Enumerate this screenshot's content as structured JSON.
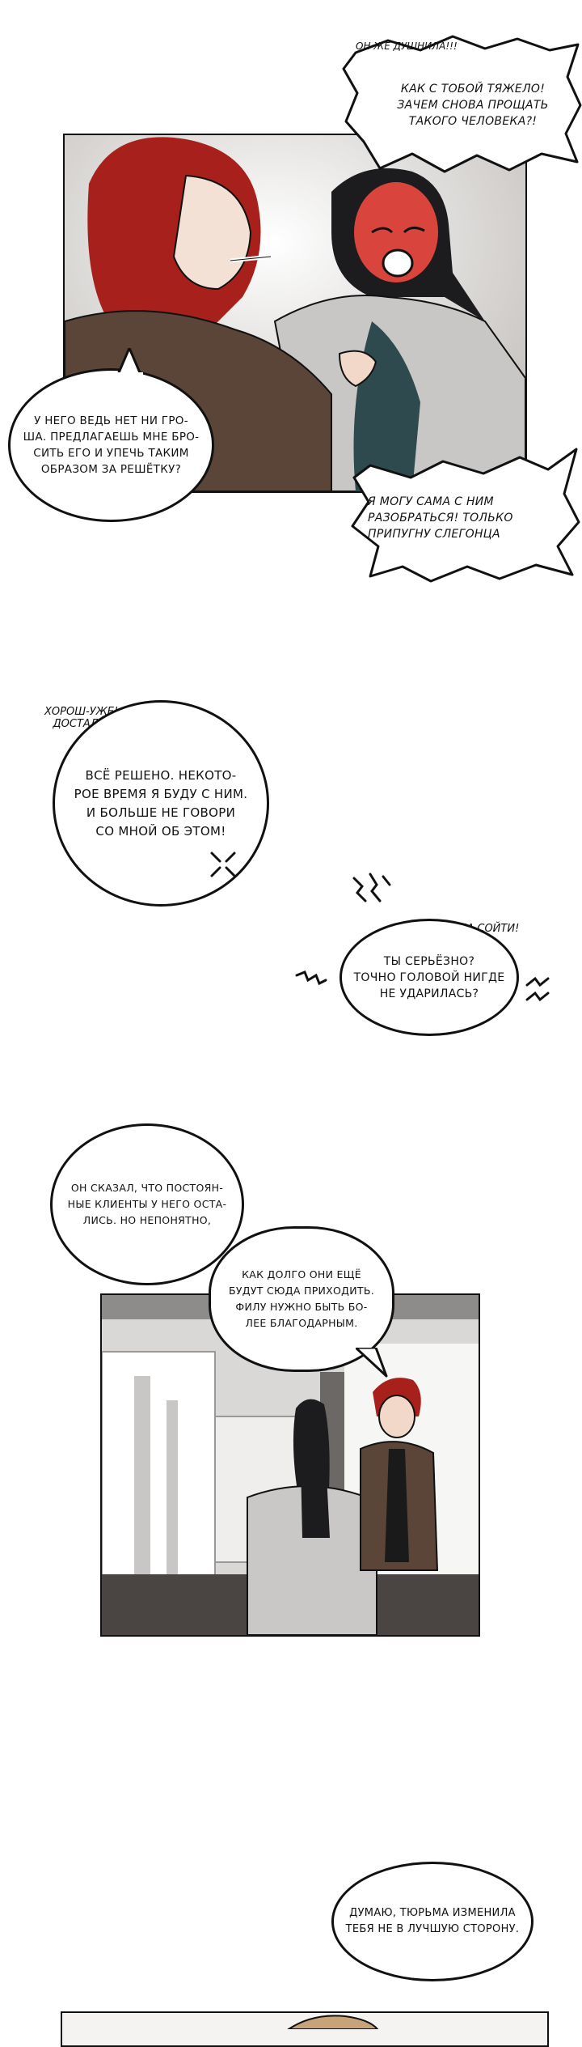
{
  "page": {
    "background": "#ffffff",
    "lines": {
      "l1": "ОН ЖЕ ДУШНИЛА!!!",
      "l2": "Как с тобой тяжело!\nЗачем снова прощать\nтакого человека?!",
      "l3": "У него ведь нет ни гро-\nша. Предлагаешь мне бро-\nсить его и упечь таким\nобразом за решётку?",
      "l4": "Я могу сама с ним\nразобраться! Только\nприпугну слегонца",
      "l5": "ХОРОШ-УЖЕ!\nДОСТАЛА!",
      "l6": "Всё решено. Некото-\nрое время я буду с ним.\nИ больше не говори\nсо мной об этом!",
      "l7": "С УМА СОЙТИ!",
      "l8": "Ты серьёзно?\nТочно головой нигде\nне ударилась?",
      "l9": "Он сказал, что постоян-\nные клиенты у него оста-\nлись. Но непонятно,",
      "l10": "как долго они ещё\nбудут сюда приходить.\nФилу нужно быть бо-\nлее благодарным.",
      "l11": "Думаю, тюрьма изменила\nтебя не в лучшую сторону."
    },
    "colors": {
      "hair_red": "#a8201c",
      "jacket_brown": "#5a4538",
      "shirt_teal": "#2f4a4e",
      "face_red": "#d9453c",
      "ink": "#111111"
    }
  }
}
